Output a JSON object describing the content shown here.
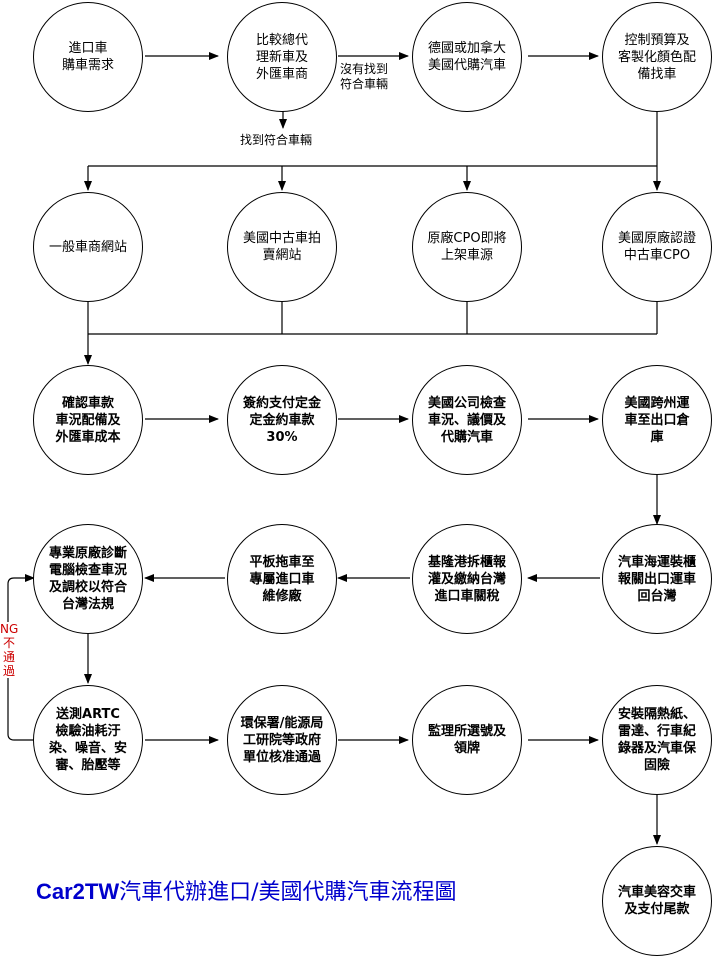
{
  "nodes": {
    "n1": "進口車\n購車需求",
    "n2": "比較總代\n理新車及\n外匯車商",
    "n3": "德國或加拿大\n美國代購汽車",
    "n4": "控制預算及\n客製化顏色配\n備找車",
    "n5": "一般車商網站",
    "n6": "美國中古車拍\n賣網站",
    "n7": "原廠CPO即將\n上架車源",
    "n8": "美國原廠認證\n中古車CPO",
    "n9": "確認車款\n車況配備及\n外匯車成本",
    "n10": "簽約支付定金\n定金約車款\n30%",
    "n11": "美國公司檢查\n車況、議價及\n代購汽車",
    "n12": "美國跨州運\n車至出口倉\n庫",
    "n13": "汽車海運裝櫃\n報關出口運車\n回台灣",
    "n14": "基隆港拆櫃報\n灌及繳納台灣\n進口車關稅",
    "n15": "平板拖車至\n專屬進口車\n維修廠",
    "n16": "專業原廠診斷\n電腦檢查車況\n及調校以符合\n台灣法規",
    "n17": "送測ARTC\n檢驗油耗汙\n染、噪音、安\n審、胎壓等",
    "n18": "環保署/能源局\n工研院等政府\n單位核准通過",
    "n19": "監理所選號及\n領牌",
    "n20": "安裝隔熱紙、\n雷達、行車紀\n錄器及汽車保\n固險",
    "n21": "汽車美容交車\n及支付尾款"
  },
  "edge_labels": {
    "not_found": "沒有找到\n符合車輛",
    "found": "找到符合車輛",
    "ng": "NG\n不\n通\n過"
  },
  "title": {
    "latin": "Car2TW",
    "rest": "汽車代辦進口/美國代購汽車流程圖"
  },
  "colors": {
    "title": "#0000cc",
    "ng_label": "#cc0000",
    "line": "#000000"
  }
}
